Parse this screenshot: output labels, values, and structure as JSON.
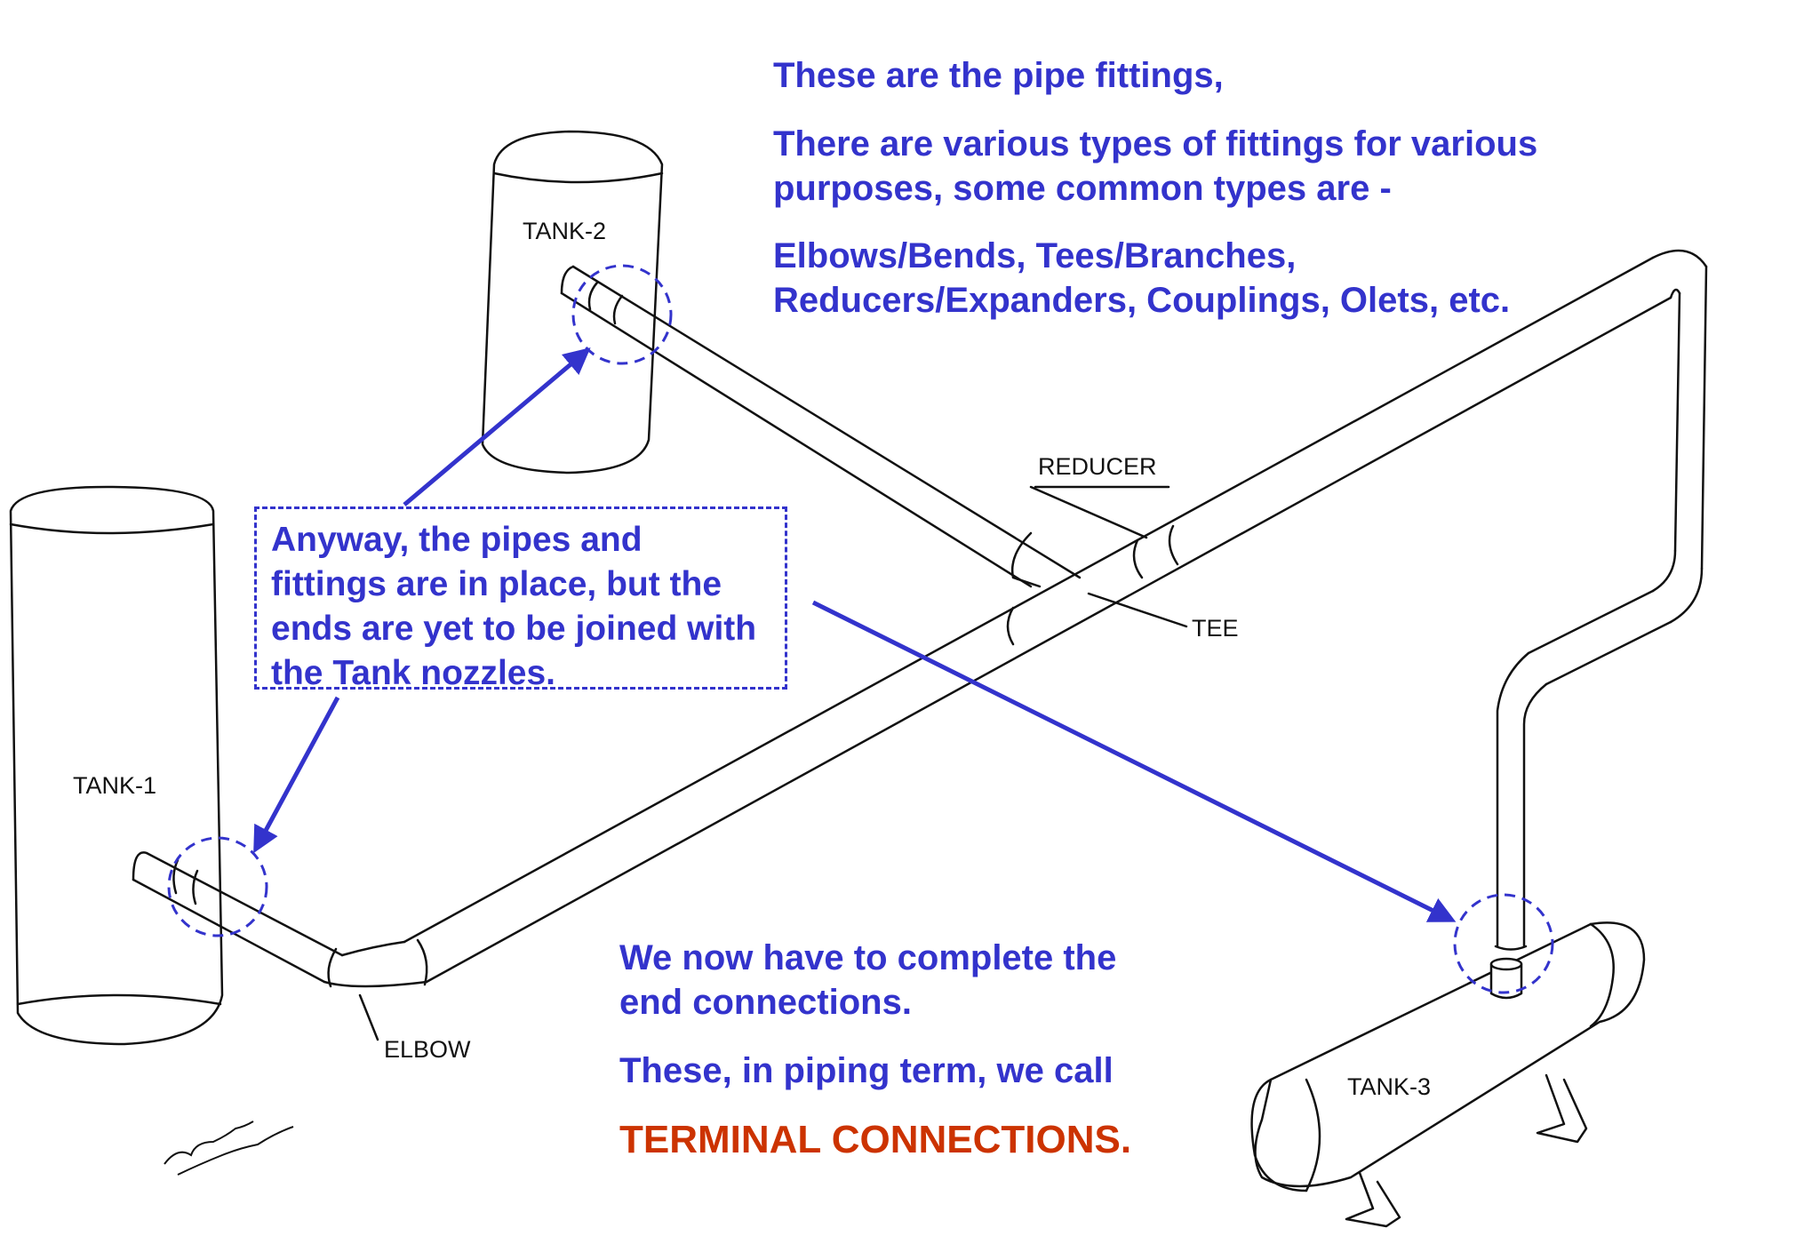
{
  "heading": {
    "line1": "These are the pipe fittings,",
    "line2": "There are various types of fittings for various",
    "line3": "purposes, some common types are -",
    "line4": "Elbows/Bends, Tees/Branches,",
    "line5": "Reducers/Expanders, Couplings, Olets, etc."
  },
  "callout": {
    "line1": "Anyway, the pipes and",
    "line2": "fittings are in place, but the",
    "line3": "ends are yet to be joined with",
    "line4": "the Tank nozzles."
  },
  "bottom": {
    "line1": "We now have to complete the",
    "line2": "end connections.",
    "line3": "These, in piping term, we call",
    "terminal": "TERMINAL CONNECTIONS."
  },
  "labels": {
    "tank1": "TANK-1",
    "tank2": "TANK-2",
    "tank3": "TANK-3",
    "reducer": "REDUCER",
    "tee": "TEE",
    "elbow": "ELBOW"
  },
  "colors": {
    "annotation_blue": "#3333cc",
    "terminal_red": "#cc3300",
    "drawing_ink": "#111111"
  }
}
